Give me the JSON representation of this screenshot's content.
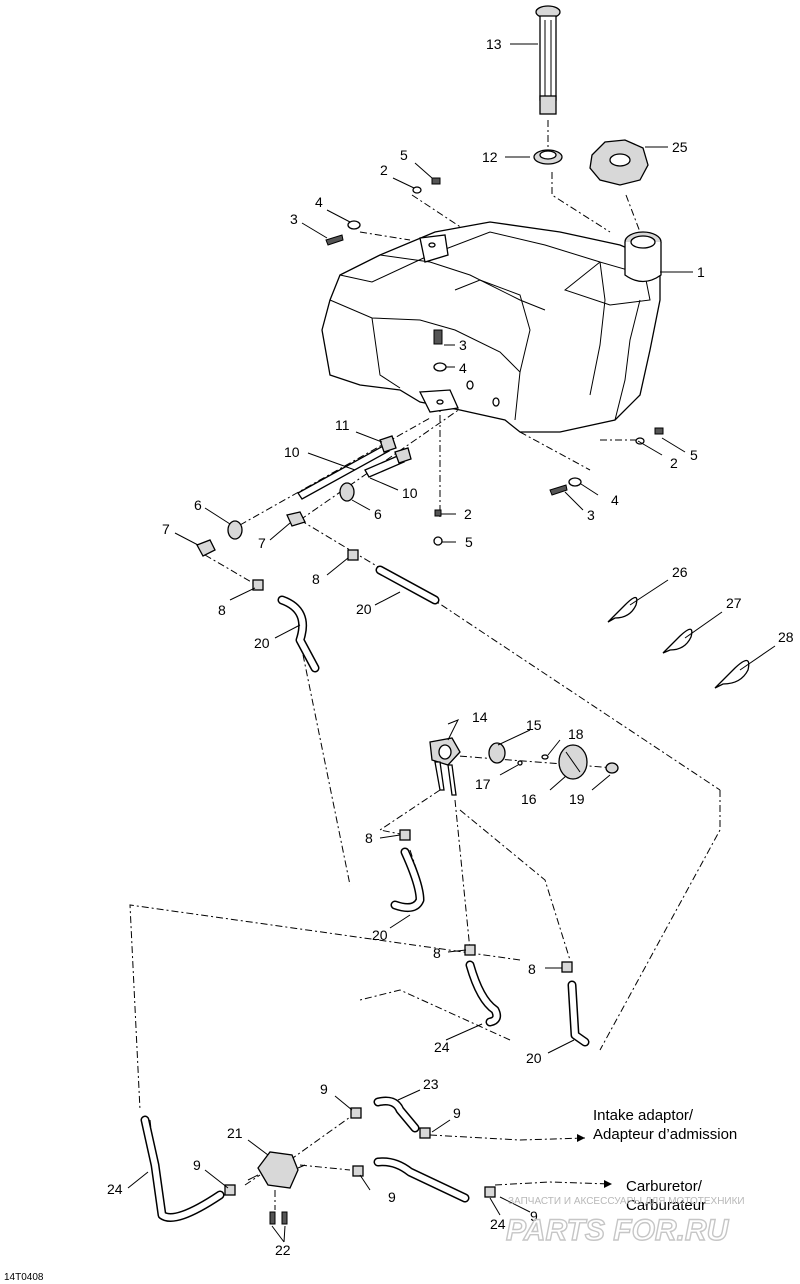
{
  "labels": {
    "l1": "1",
    "l2a": "2",
    "l2b": "2",
    "l2c": "2",
    "l3a": "3",
    "l3b": "3",
    "l3c": "3",
    "l4a": "4",
    "l4b": "4",
    "l4c": "4",
    "l5a": "5",
    "l5b": "5",
    "l5c": "5",
    "l6a": "6",
    "l6b": "6",
    "l7a": "7",
    "l7b": "7",
    "l8a": "8",
    "l8b": "8",
    "l8c": "8",
    "l8d": "8",
    "l8e": "8",
    "l9a": "9",
    "l9b": "9",
    "l9c": "9",
    "l9d": "9",
    "l9e": "9",
    "l10a": "10",
    "l10b": "10",
    "l11": "11",
    "l12": "12",
    "l13": "13",
    "l14": "14",
    "l15": "15",
    "l16": "16",
    "l17": "17",
    "l18": "18",
    "l19": "19",
    "l20a": "20",
    "l20b": "20",
    "l20c": "20",
    "l20d": "20",
    "l21": "21",
    "l22": "22",
    "l23": "23",
    "l24a": "24",
    "l24b": "24",
    "l24c": "24",
    "l25": "25",
    "l26": "26",
    "l27": "27",
    "l28": "28"
  },
  "notes": {
    "intake_en": "Intake adaptor/",
    "intake_fr": "Adapteur d’admission",
    "carb_en": "Carburetor/",
    "carb_fr": "Carburateur"
  },
  "figure_code": "14T0408",
  "watermark": {
    "text": "ЗАПЧАСТИ И АКСЕССУАРЫ ДЛЯ МОТОТЕХНИКИ",
    "logo": "PARTS FOR.RU"
  }
}
